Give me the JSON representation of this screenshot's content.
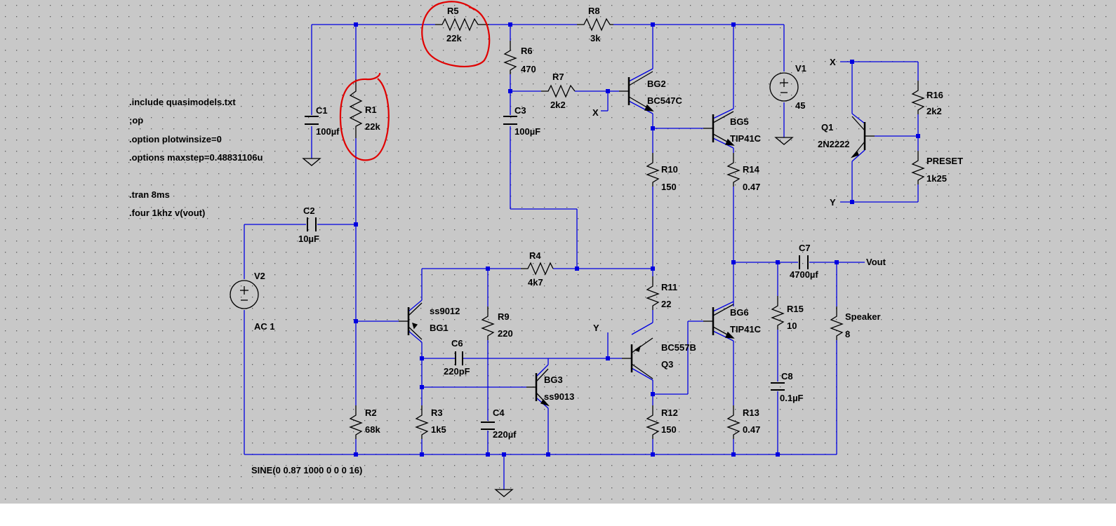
{
  "colors": {
    "background": "#c8c8c8",
    "grid_dot": "#5a5a5a",
    "wire": "#0000e0",
    "component": "#000000",
    "annotation": "#e00000",
    "strip": "#ffffff"
  },
  "directives": [
    ".include quasimodels.txt",
    ";op",
    ".option plotwinsize=0",
    ".options maxstep=0.48831106u",
    ".tran 8ms",
    ".four 1khz v(vout)"
  ],
  "components": {
    "R1": {
      "name": "R1",
      "value": "22k"
    },
    "R2": {
      "name": "R2",
      "value": "68k"
    },
    "R3": {
      "name": "R3",
      "value": "1k5"
    },
    "R4": {
      "name": "R4",
      "value": "4k7"
    },
    "R5": {
      "name": "R5",
      "value": "22k"
    },
    "R6": {
      "name": "R6",
      "value": "470"
    },
    "R7": {
      "name": "R7",
      "value": "2k2"
    },
    "R8": {
      "name": "R8",
      "value": "3k"
    },
    "R9": {
      "name": "R9",
      "value": "220"
    },
    "R10": {
      "name": "R10",
      "value": "150"
    },
    "R11": {
      "name": "R11",
      "value": "22"
    },
    "R12": {
      "name": "R12",
      "value": "150"
    },
    "R13": {
      "name": "R13",
      "value": "0.47"
    },
    "R14": {
      "name": "R14",
      "value": "0.47"
    },
    "R15": {
      "name": "R15",
      "value": "10"
    },
    "R16": {
      "name": "R16",
      "value": "2k2"
    },
    "PRESET": {
      "name": "PRESET",
      "value": "1k25"
    },
    "SPK": {
      "name": "Speaker",
      "value": "8"
    },
    "C1": {
      "name": "C1",
      "value": "100µf"
    },
    "C2": {
      "name": "C2",
      "value": "10µF"
    },
    "C3": {
      "name": "C3",
      "value": "100µF"
    },
    "C4": {
      "name": "C4",
      "value": "220µf"
    },
    "C6": {
      "name": "C6",
      "value": "220pF"
    },
    "C7": {
      "name": "C7",
      "value": "4700µf"
    },
    "C8": {
      "name": "C8",
      "value": "0.1µF"
    },
    "V1": {
      "name": "V1",
      "value": "45"
    },
    "V2": {
      "name": "V2",
      "value": "AC 1",
      "source": "SINE(0 0.87 1000 0 0 0 16)"
    },
    "BG1": {
      "name": "BG1",
      "model": "ss9012"
    },
    "BG2": {
      "name": "BG2",
      "model": "BC547C"
    },
    "BG3": {
      "name": "BG3",
      "model": "ss9013"
    },
    "BG5": {
      "name": "BG5",
      "model": "TIP41C"
    },
    "BG6": {
      "name": "BG6",
      "model": "TIP41C"
    },
    "Q1": {
      "name": "Q1",
      "model": "2N2222"
    },
    "Q3": {
      "name": "Q3",
      "model": "BC557B"
    }
  },
  "net_labels": {
    "x": "X",
    "y": "Y",
    "vout": "Vout"
  }
}
